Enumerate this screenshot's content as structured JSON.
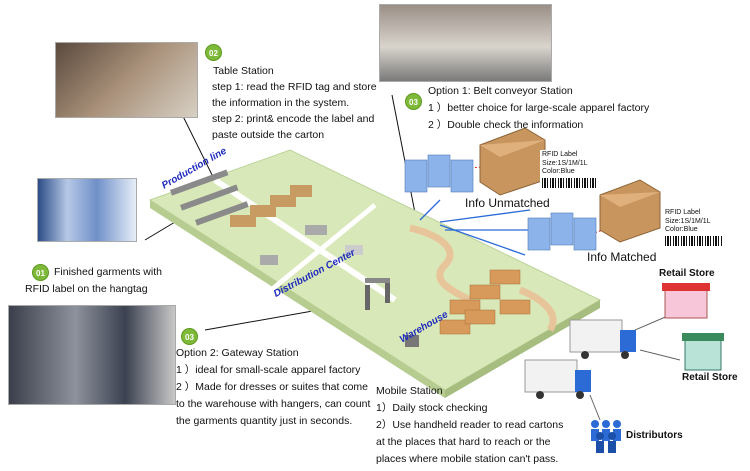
{
  "steps": {
    "finished": {
      "badge": "01",
      "lines": [
        "Finished garments with",
        "RFID label on the hangtag"
      ]
    },
    "table": {
      "badge": "02",
      "title": "Table Station",
      "lines": [
        "step 1:  read the RFID tag and store",
        "the information in the system.",
        "step 2: print& encode the label and",
        "paste outside the carton"
      ]
    },
    "belt": {
      "badge": "03",
      "title": "Option 1: Belt conveyor Station",
      "lines": [
        "1 ）better choice for large-scale apparel factory",
        "2 ）Double check the information"
      ]
    },
    "gateway": {
      "badge": "03",
      "title": "Option 2: Gateway Station",
      "lines": [
        "1 ）ideal for small-scale apparel factory",
        "2 ）Made for dresses or suites that come",
        "to the warehouse with hangers, can count",
        "the garments quantity just in seconds."
      ]
    },
    "mobile": {
      "title": "Mobile Station",
      "lines": [
        "1）Daily stock checking",
        "2）Use handheld reader to read cartons",
        "at the places that hard to reach or the",
        "places where mobile station can't pass."
      ]
    }
  },
  "zones": {
    "production": "Production line",
    "distribution": "Distribution Center",
    "warehouse": "Warehouse"
  },
  "info": {
    "unmatched": "Info Unmatched",
    "matched": "Info Matched"
  },
  "labels": {
    "top": [
      "RFID Label",
      "Size:1S/1M/1L",
      "Color:Blue"
    ],
    "bottom": [
      "RFID Label",
      "Size:1S/1M/1L",
      "Color:Blue"
    ]
  },
  "destinations": {
    "retail1": "Retail Store",
    "retail2": "Retail Store",
    "distributors": "Distributors"
  },
  "colors": {
    "badge": "#7fb93a",
    "floor": "#d9e8b8",
    "zoneText": "#1f2bbd",
    "arrow": "#2c6bd6"
  }
}
